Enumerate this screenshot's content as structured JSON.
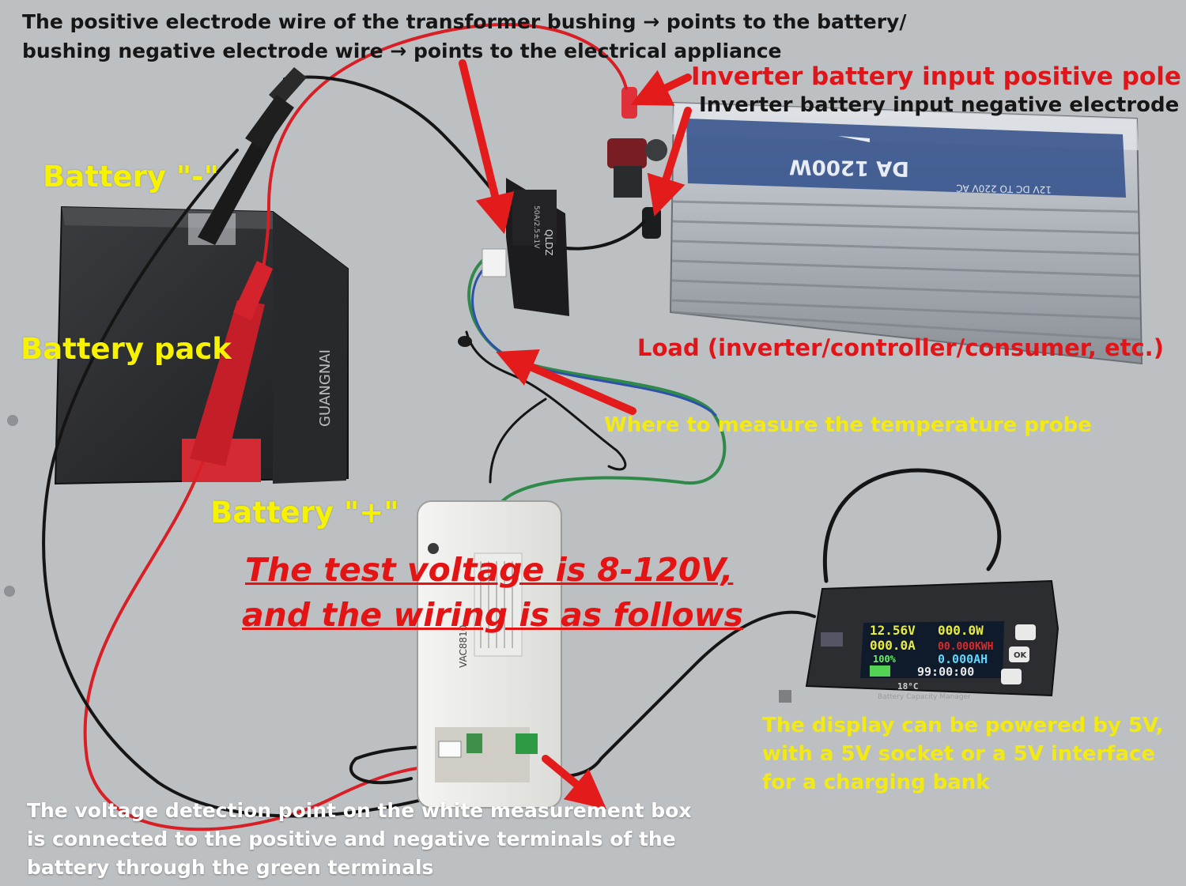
{
  "top_note": {
    "line1": "The positive electrode wire of the transformer bushing → points to the battery/",
    "line2": "bushing negative electrode wire → points to the electrical appliance"
  },
  "labels": {
    "inverter_positive": "Inverter battery input positive pole",
    "inverter_negative": "Inverter battery input negative electrode",
    "battery_negative": "Battery \"-\"",
    "battery_pack": "Battery pack",
    "battery_positive": "Battery \"+\"",
    "load": "Load (inverter/controller/consumer, etc.)",
    "temperature_probe": "Where to measure the temperature probe"
  },
  "banner": {
    "line1": "The test voltage is 8-120V,",
    "line2": "and the wiring is as follows"
  },
  "display_note": {
    "line1": "The display can be powered by 5V,",
    "line2": "with a 5V socket or a 5V interface",
    "line3": "for a charging bank"
  },
  "bottom_note": {
    "line1": "The voltage detection point on the white measurement box",
    "line2": "is connected to the positive and negative terminals of the",
    "line3": "battery through the green terminals"
  },
  "inverter": {
    "model_text": "DA 1200W",
    "spec_text": "12V DC TO 220V AC"
  },
  "sensor": {
    "brand": "QLDZ",
    "rating": "50A/2.5±1V"
  },
  "measure_box": {
    "model": "VAC8810"
  },
  "battery": {
    "brand": "GUANGNAI"
  },
  "display": {
    "voltage": "12.56V",
    "current": "000.0A",
    "power": "000.0W",
    "energy": "00.000KWH",
    "capacity_pct": "100%",
    "capacity_ah": "0.000AH",
    "time": "99:00:00",
    "temp": "18°C",
    "ok_button": "OK",
    "caption": "Battery Capacity Manager"
  },
  "colors": {
    "red_text": "#e0151a",
    "yellow_text": "#f6f200",
    "arrow_red": "#e31b1b",
    "background": "#b9bcbf"
  }
}
